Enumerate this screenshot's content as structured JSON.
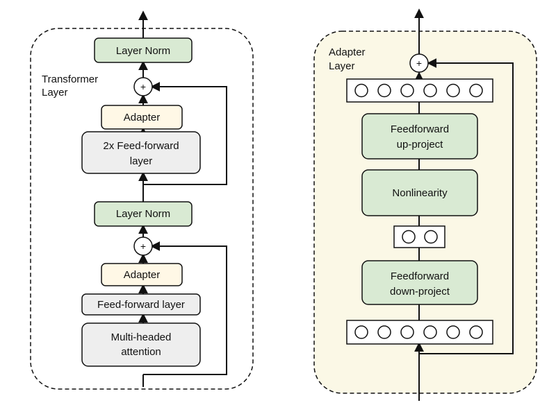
{
  "transformer": {
    "title_line1": "Transformer",
    "title_line2": "Layer",
    "layer_norm_top": "Layer Norm",
    "adapter_top": "Adapter",
    "ff2x_line1": "2x Feed-forward",
    "ff2x_line2": "layer",
    "layer_norm_mid": "Layer Norm",
    "adapter_bottom": "Adapter",
    "ff_layer": "Feed-forward layer",
    "mha_line1": "Multi-headed",
    "mha_line2": "attention",
    "plus_symbol": "+"
  },
  "adapter": {
    "title_line1": "Adapter",
    "title_line2": "Layer",
    "ff_up_line1": "Feedforward",
    "ff_up_line2": "up-project",
    "nonlinearity": "Nonlinearity",
    "ff_down_line1": "Feedforward",
    "ff_down_line2": "down-project",
    "plus_symbol": "+"
  },
  "colors": {
    "green_block": "#d9ead3",
    "adapter_block": "#fff8e6",
    "grey_block": "#eeeeee",
    "adapter_panel": "#fbf8e6",
    "line": "#111111"
  }
}
